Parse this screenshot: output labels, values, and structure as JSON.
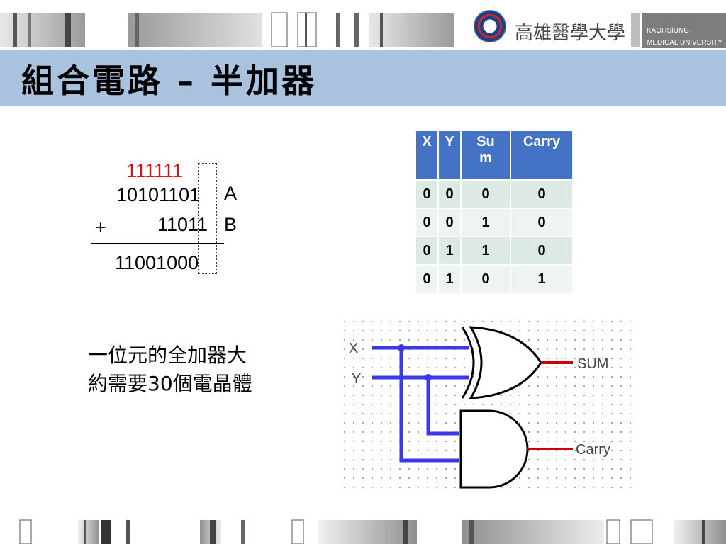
{
  "header": {
    "title": "組合電路 – 半加器",
    "logo_cn": "高雄醫學大學",
    "logo_en_line1": "KAOHSIUNG",
    "logo_en_line2": "MEDICAL UNIVERSITY"
  },
  "addition": {
    "carries": "111111",
    "operand_a": "10101101",
    "label_a": "A",
    "plus": "+",
    "operand_b": "11011",
    "label_b": "B",
    "result": "11001000"
  },
  "truth_table": {
    "headers": [
      "X",
      "Y",
      "Sum",
      "Carry"
    ],
    "rows": [
      [
        "0",
        "0",
        "0",
        "0"
      ],
      [
        "0",
        "0",
        "1",
        "0"
      ],
      [
        "0",
        "1",
        "1",
        "0"
      ],
      [
        "0",
        "1",
        "0",
        "1"
      ]
    ],
    "header_color": "#4472c4"
  },
  "note": {
    "text": "一位元的全加器大約需要30個電晶體"
  },
  "circuit": {
    "input_x": "X",
    "input_y": "Y",
    "output_sum": "SUM",
    "output_carry": "Carry",
    "wire_color": "#3a3ae6",
    "output_color": "#cc0000"
  }
}
